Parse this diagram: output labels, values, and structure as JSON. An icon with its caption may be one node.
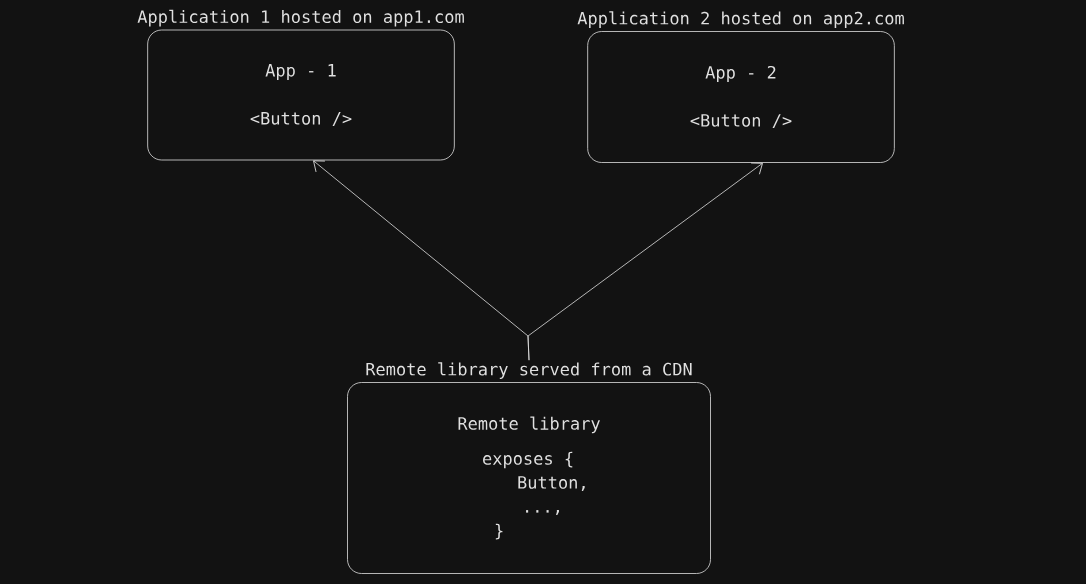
{
  "diagram": {
    "nodes": [
      {
        "text": [
          "Application 1 hosted on app1.com",
          "App - 1",
          "<Button />"
        ]
      },
      {
        "text": [
          "Application 2 hosted on app2.com",
          "App - 2",
          "<Button />"
        ]
      },
      {
        "text": [
          "Remote library served from a CDN",
          "Remote library",
          "exposes {",
          "Button,",
          "...,",
          "}"
        ]
      }
    ],
    "edges": [
      {
        "from": 2,
        "to": 0,
        "arrow": "to"
      },
      {
        "from": 2,
        "to": 1,
        "arrow": "to"
      }
    ]
  }
}
